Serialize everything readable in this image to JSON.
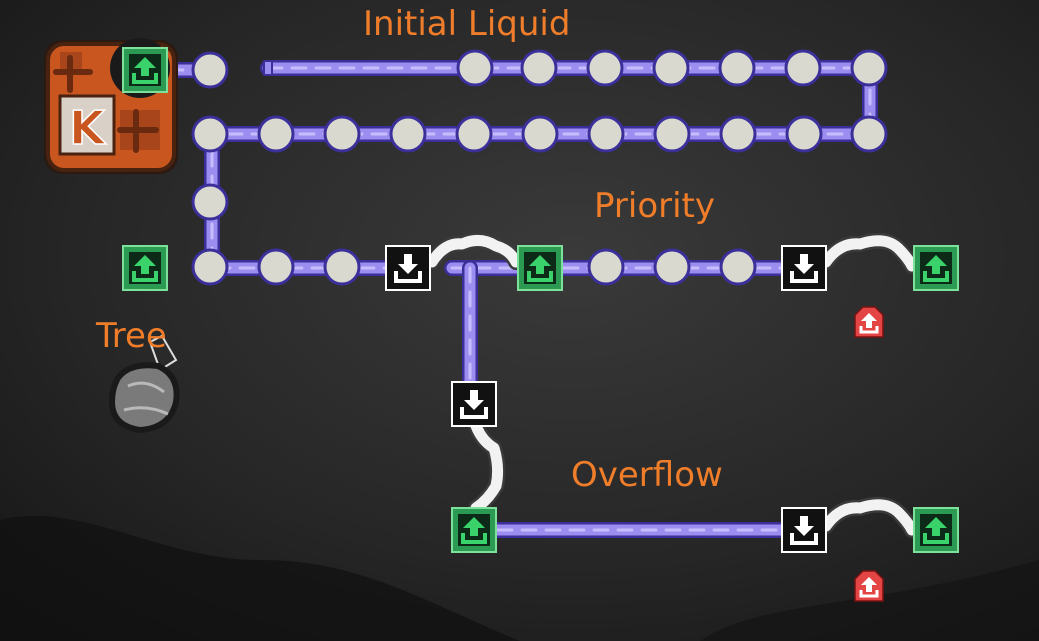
{
  "labels": {
    "initial_liquid": "Initial Liquid",
    "priority": "Priority",
    "tree": "Tree",
    "overflow": "Overflow"
  },
  "colors": {
    "background": "#1b1b1b",
    "pipe": "#9c8ef0",
    "pipe_outline": "#3b2f9a",
    "bridge": "#f2f2f2",
    "bubble": "#d9d9d0",
    "output_port": "#2b9a52",
    "input_port": "#111111",
    "red_port": "#e34444",
    "building_main": "#c8561e",
    "label": "#ef7d2a"
  },
  "building": {
    "letter": "K"
  },
  "icons": {
    "output_port": "output-arrow-up-icon",
    "input_port": "input-arrow-down-icon",
    "red_port": "red-output-arrow-icon"
  }
}
